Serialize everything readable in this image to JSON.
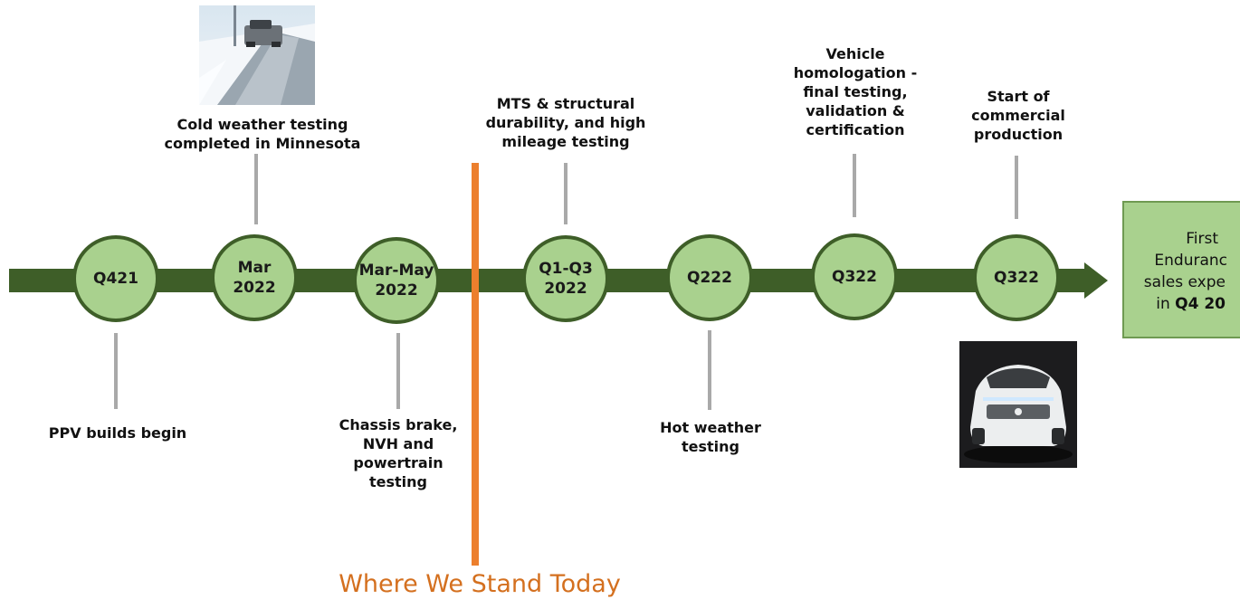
{
  "today_label": "Where We Stand Today",
  "milestones": [
    {
      "date": "Q421",
      "description": "PPV builds begin"
    },
    {
      "date": "Mar\n2022",
      "description": "Cold weather testing\ncompleted in Minnesota"
    },
    {
      "date": "Mar-May\n2022",
      "description": "Chassis brake,\nNVH and\npowertrain\ntesting"
    },
    {
      "date": "Q1-Q3\n2022",
      "description": "MTS & structural\ndurability, and high\nmileage testing"
    },
    {
      "date": "Q222",
      "description": "Hot weather\ntesting"
    },
    {
      "date": "Q322",
      "description": "Vehicle\nhomologation -\nfinal testing,\nvalidation  &\ncertification"
    },
    {
      "date": "Q322",
      "description": "Start of\ncommercial\nproduction"
    }
  ],
  "final": {
    "line1": "First",
    "line2": "Enduranc",
    "line3": "sales expe",
    "line4_prefix": "in ",
    "line4_bold": "Q4 20"
  },
  "colors": {
    "spine": "#3e5e28",
    "node_fill": "#a9d18e",
    "today_line": "#ec7f2d",
    "today_text": "#d4701f",
    "stem": "#a9a9a9"
  },
  "images": {
    "cold_weather_photo": "pickup-truck-on-snowy-road",
    "product_photo": "white-pickup-truck-front"
  }
}
